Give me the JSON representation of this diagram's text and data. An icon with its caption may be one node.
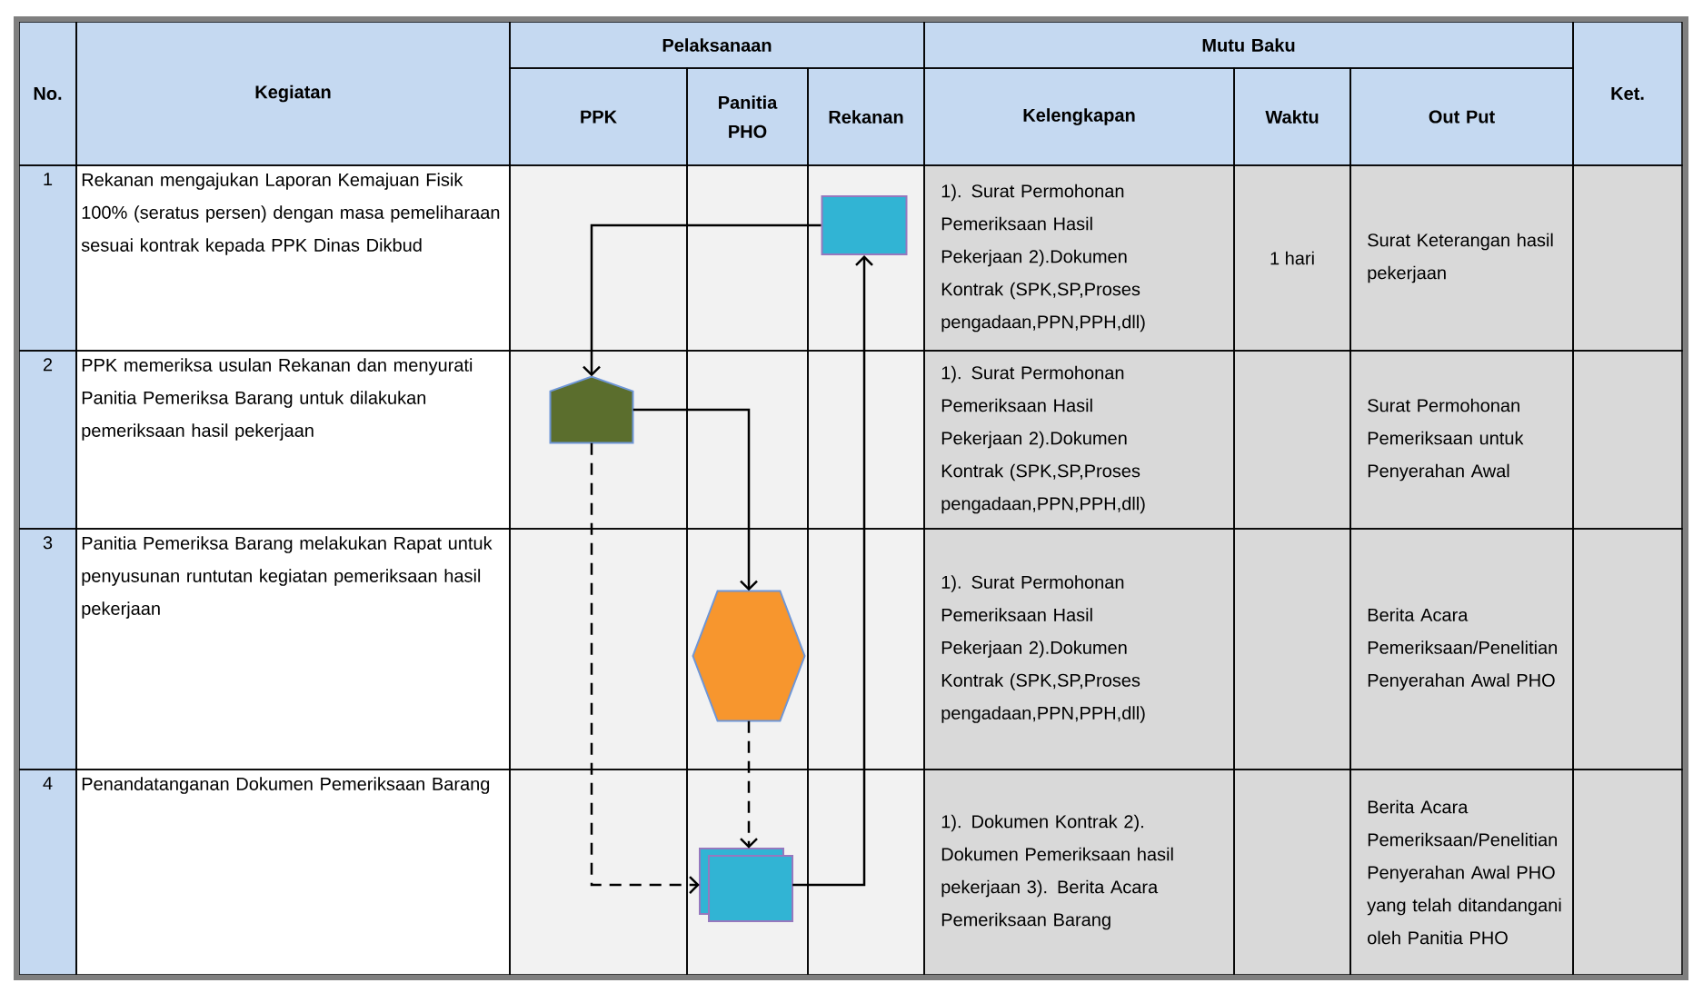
{
  "diagram": {
    "nodes": [
      {
        "text": [],
        "shape": "box"
      },
      {
        "text": [],
        "shape": "pentagon"
      },
      {
        "text": [],
        "shape": "hexagon"
      },
      {
        "text": [],
        "shape": "box"
      }
    ],
    "edges": [
      {
        "from": 0,
        "to": 1,
        "arrow": "to"
      },
      {
        "from": 1,
        "to": 2,
        "arrow": "to"
      },
      {
        "from": 2,
        "to": 3,
        "arrow": "to",
        "style": "dashed"
      },
      {
        "from": 1,
        "to": 3,
        "arrow": "to",
        "style": "dashed"
      },
      {
        "from": 3,
        "to": 0,
        "arrow": "to"
      }
    ],
    "labels": [
      "No.",
      "Kegiatan",
      "Pelaksanaan",
      "Mutu Baku",
      "Ket.",
      "PPK",
      "Panitia PHO",
      "Rekanan",
      "Kelengkapan",
      "Waktu",
      "Out Put",
      "1",
      "Rekanan mengajukan Laporan Kemajuan Fisik 100% (seratus persen) dengan masa pemeliharaan sesuai kontrak kepada PPK Dinas Dikbud",
      "1). Surat Permohonan Pemeriksaan Hasil Pekerjaan 2).Dokumen Kontrak (SPK,SP,Proses pengadaan,PPN,PPH,dll)",
      "1 hari",
      "Surat Keterangan hasil pekerjaan",
      "2",
      "PPK memeriksa usulan Rekanan dan menyurati Panitia Pemeriksa Barang untuk dilakukan pemeriksaan hasil pekerjaan",
      "1). Surat Permohonan Pemeriksaan Hasil Pekerjaan 2).Dokumen Kontrak (SPK,SP,Proses pengadaan,PPN,PPH,dll)",
      "Surat Permohonan Pemeriksaan untuk Penyerahan Awal",
      "3",
      "Panitia Pemeriksa Barang melakukan Rapat untuk penyusunan runtutan kegiatan pemeriksaan hasil pekerjaan",
      "1). Surat Permohonan Pemeriksaan Hasil Pekerjaan 2).Dokumen Kontrak (SPK,SP,Proses pengadaan,PPN,PPH,dll)",
      "Berita Acara Pemeriksaan/Penelitian Penyerahan Awal PHO",
      "4",
      "Penandatanganan Dokumen Pemeriksaan Barang",
      "1). Dokumen Kontrak 2). Dokumen Pemeriksaan hasil pekerjaan 3). Berita Acara Pemeriksaan Barang",
      "Berita Acara Pemeriksaan/Penelitian Penyerahan Awal PHO yang telah ditandangani oleh Panitia PHO"
    ]
  }
}
